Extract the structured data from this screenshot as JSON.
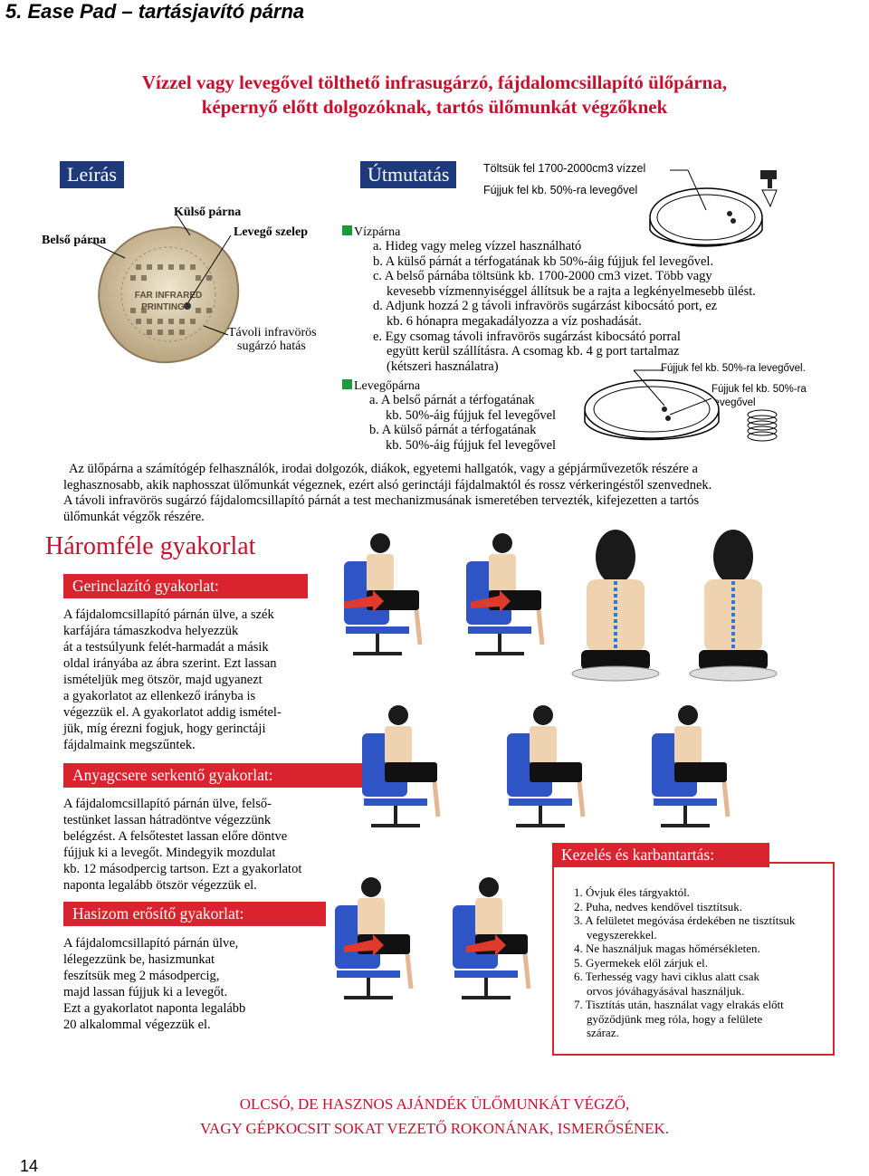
{
  "header": "5. Ease Pad – tartásjavító párna",
  "title_line1": "Vízzel vagy levegővel tölthető infrasugárzó, fájdalomcsillapító ülőpárna,",
  "title_line2": "képernyő előtt dolgozóknak, tartós ülőmunkát végzőknek",
  "description": {
    "heading": "Leírás",
    "label_outer": "Külső párna",
    "label_inner": "Belső párna",
    "label_valve": "Levegő szelep",
    "label_far1": "Távoli infravörös",
    "label_far2": "sugárzó hatás",
    "stamp1": "FAR INFRARED",
    "stamp2": "PRINTING"
  },
  "instructions": {
    "heading": "Útmutatás",
    "note1": "Töltsük fel 1700-2000cm3 vízzel",
    "note2": "Fújjuk fel kb. 50%-ra levegővel",
    "water_title": "Vízpárna",
    "water_items": [
      "a. Hideg vagy meleg vízzel használható",
      "b. A külső párnát a térfogatának kb 50%-áig fújjuk fel levegővel.",
      "c. A belső párnába töltsünk kb. 1700-2000 cm3 vizet. Több vagy",
      "kevesebb vízmennyiséggel állítsuk be a rajta a legkényelmesebb ülést.",
      "d. Adjunk hozzá 2 g távoli infravörös sugárzást kibocsátó port, ez",
      "kb. 6 hónapra megakadályozza a víz poshadását.",
      "e. Egy csomag távoli infravörös sugárzást kibocsátó porral",
      "együtt kerül szállításra. A csomag kb. 4 g port tartalmaz",
      "(kétszeri használatra)"
    ],
    "note3": "Fújjuk fel kb. 50%-ra levegővel.",
    "note4a": "Fújjuk fel kb. 50%-ra",
    "note4b": "levegővel",
    "air_title": "Levegőpárna",
    "air_items": [
      "a. A belső párnát a térfogatának",
      "kb. 50%-áig fújjuk fel levegővel",
      "b. A külső párnát a térfogatának",
      "kb. 50%-áig fújjuk fel levegővel"
    ]
  },
  "intro": [
    "Az ülőpárna a számítógép felhasználók, irodai dolgozók, diákok, egyetemi hallgatók,  vagy a gépjárművezetők részére a",
    "leghasznosabb, akik naphosszat ülőmunkát végeznek, ezért alsó gerinctáji fájdalmaktól és rossz vérkeringéstől szenvednek.",
    "A távoli infravörös sugárzó fájdalomcsillapító párnát a test mechanizmusának ismeretében tervezték, kifejezetten a tartós",
    "ülőmunkát végzők részére."
  ],
  "exercises_heading": "Háromféle gyakorlat",
  "ex1": {
    "title": "Gerinclazító gyakorlat:",
    "lines": [
      "A fájdalomcsillapító párnán ülve, a szék",
      "karfájára támaszkodva helyezzük",
      "át a testsúlyunk felét-harmadát a másik",
      "oldal irányába az ábra szerint. Ezt lassan",
      "ismételjük meg ötször, majd ugyanezt",
      "a gyakorlatot az ellenkező irányba is",
      "végezzük el. A gyakorlatot addig ismétel-",
      "jük, míg érezni fogjuk, hogy gerinctáji",
      "fájdalmaink megszűntek."
    ]
  },
  "ex2": {
    "title": "Anyagcsere serkentő gyakorlat:",
    "lines": [
      "A fájdalomcsillapító párnán ülve, felső-",
      "testünket lassan hátradöntve végezzünk",
      "belégzést. A felsőtestet lassan előre döntve",
      "fújjuk ki a levegőt. Mindegyik mozdulat",
      "kb. 12 másodpercig tartson. Ezt a gyakorlatot",
      "naponta legalább ötször végezzük el."
    ]
  },
  "ex3": {
    "title": "Hasizom erősítő gyakorlat:",
    "lines": [
      "A fájdalomcsillapító párnán ülve,",
      "lélegezzünk be, hasizmunkat",
      "feszítsük meg 2 másodpercig,",
      "majd lassan fújjuk ki a levegőt.",
      "Ezt a gyakorlatot naponta legalább",
      "20 alkalommal végezzük el."
    ]
  },
  "care": {
    "title": "Kezelés és karbantartás:",
    "lines": [
      "1. Óvjuk éles tárgyaktól.",
      "2. Puha, nedves kendővel tisztítsuk.",
      "3. A felületet megóvása érdekében ne tisztítsuk",
      "vegyszerekkel.",
      "4. Ne használjuk magas hőmérsékleten.",
      "5. Gyermekek elől zárjuk el.",
      "6. Terhesség vagy havi ciklus alatt csak",
      "orvos jóváhagyásával használjuk.",
      "7. Tisztítás után, használat vagy elrakás előtt",
      "győződjünk meg róla, hogy a felülete",
      "száraz."
    ]
  },
  "footer1": "OLCSÓ, DE HASZNOS AJÁNDÉK ÜLŐMUNKÁT VÉGZŐ,",
  "footer2": "VAGY GÉPKOCSIT SOKAT VEZETŐ ROKONÁNAK, ISMERŐSÉNEK.",
  "page_number": "14"
}
